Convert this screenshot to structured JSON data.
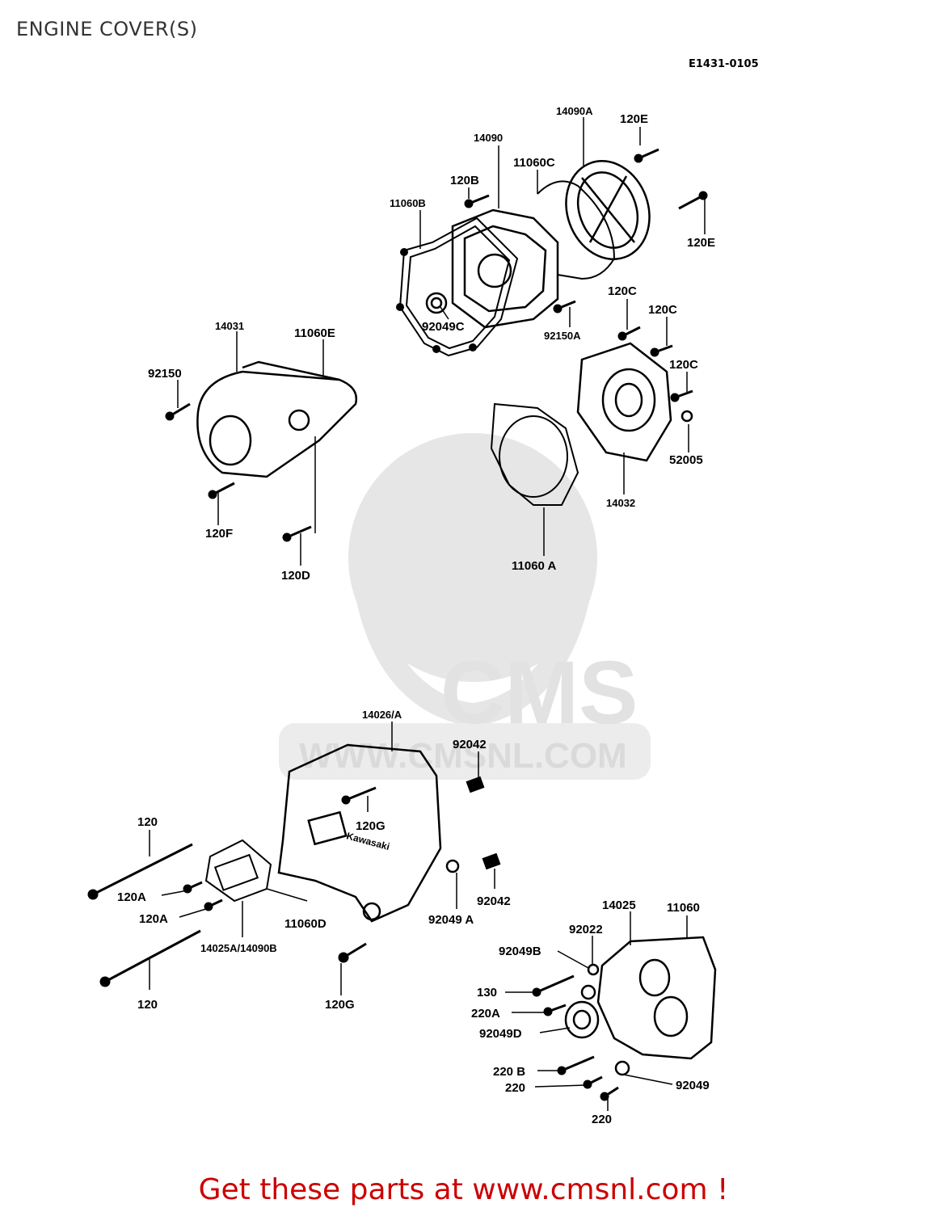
{
  "title": "ENGINE COVER(S)",
  "diagram_code": "E1431-0105",
  "watermark": {
    "brand": "CMS",
    "url": "WWW.CMSNL.COM"
  },
  "labels": [
    {
      "id": "14090A",
      "text": "14090A"
    },
    {
      "id": "120E_a",
      "text": "120E"
    },
    {
      "id": "14090",
      "text": "14090"
    },
    {
      "id": "11060C",
      "text": "11060C"
    },
    {
      "id": "120B",
      "text": "120B"
    },
    {
      "id": "11060B",
      "text": "11060B"
    },
    {
      "id": "120E_b",
      "text": "120E"
    },
    {
      "id": "92049C",
      "text": "92049C"
    },
    {
      "id": "120C_a",
      "text": "120C"
    },
    {
      "id": "120C_b",
      "text": "120C"
    },
    {
      "id": "92150A",
      "text": "92150A"
    },
    {
      "id": "120C_c",
      "text": "120C"
    },
    {
      "id": "14031",
      "text": "14031"
    },
    {
      "id": "11060E",
      "text": "11060E"
    },
    {
      "id": "92150",
      "text": "92150"
    },
    {
      "id": "52005",
      "text": "52005"
    },
    {
      "id": "14032",
      "text": "14032"
    },
    {
      "id": "120F",
      "text": "120F"
    },
    {
      "id": "11060A",
      "text": "11060 A"
    },
    {
      "id": "120D",
      "text": "120D"
    },
    {
      "id": "14026A",
      "text": "14026/A"
    },
    {
      "id": "92042_a",
      "text": "92042"
    },
    {
      "id": "120G_a",
      "text": "120G"
    },
    {
      "id": "120_a",
      "text": "120"
    },
    {
      "id": "120A_a",
      "text": "120A"
    },
    {
      "id": "120A_b",
      "text": "120A"
    },
    {
      "id": "11060D",
      "text": "11060D"
    },
    {
      "id": "92049A",
      "text": "92049 A"
    },
    {
      "id": "92042_b",
      "text": "92042"
    },
    {
      "id": "14025A",
      "text": "14025A/14090B"
    },
    {
      "id": "14025",
      "text": "14025"
    },
    {
      "id": "11060",
      "text": "11060"
    },
    {
      "id": "92022",
      "text": "92022"
    },
    {
      "id": "92049B",
      "text": "92049B"
    },
    {
      "id": "120_b",
      "text": "120"
    },
    {
      "id": "120G_b",
      "text": "120G"
    },
    {
      "id": "130",
      "text": "130"
    },
    {
      "id": "220A",
      "text": "220A"
    },
    {
      "id": "92049D",
      "text": "92049D"
    },
    {
      "id": "220B",
      "text": "220 B"
    },
    {
      "id": "220_a",
      "text": "220"
    },
    {
      "id": "92049",
      "text": "92049"
    },
    {
      "id": "220_b",
      "text": "220"
    }
  ],
  "footer": "Get these parts at www.cmsnl.com !",
  "colors": {
    "footer": "#cc0000",
    "watermark": "#e6e6e6"
  }
}
